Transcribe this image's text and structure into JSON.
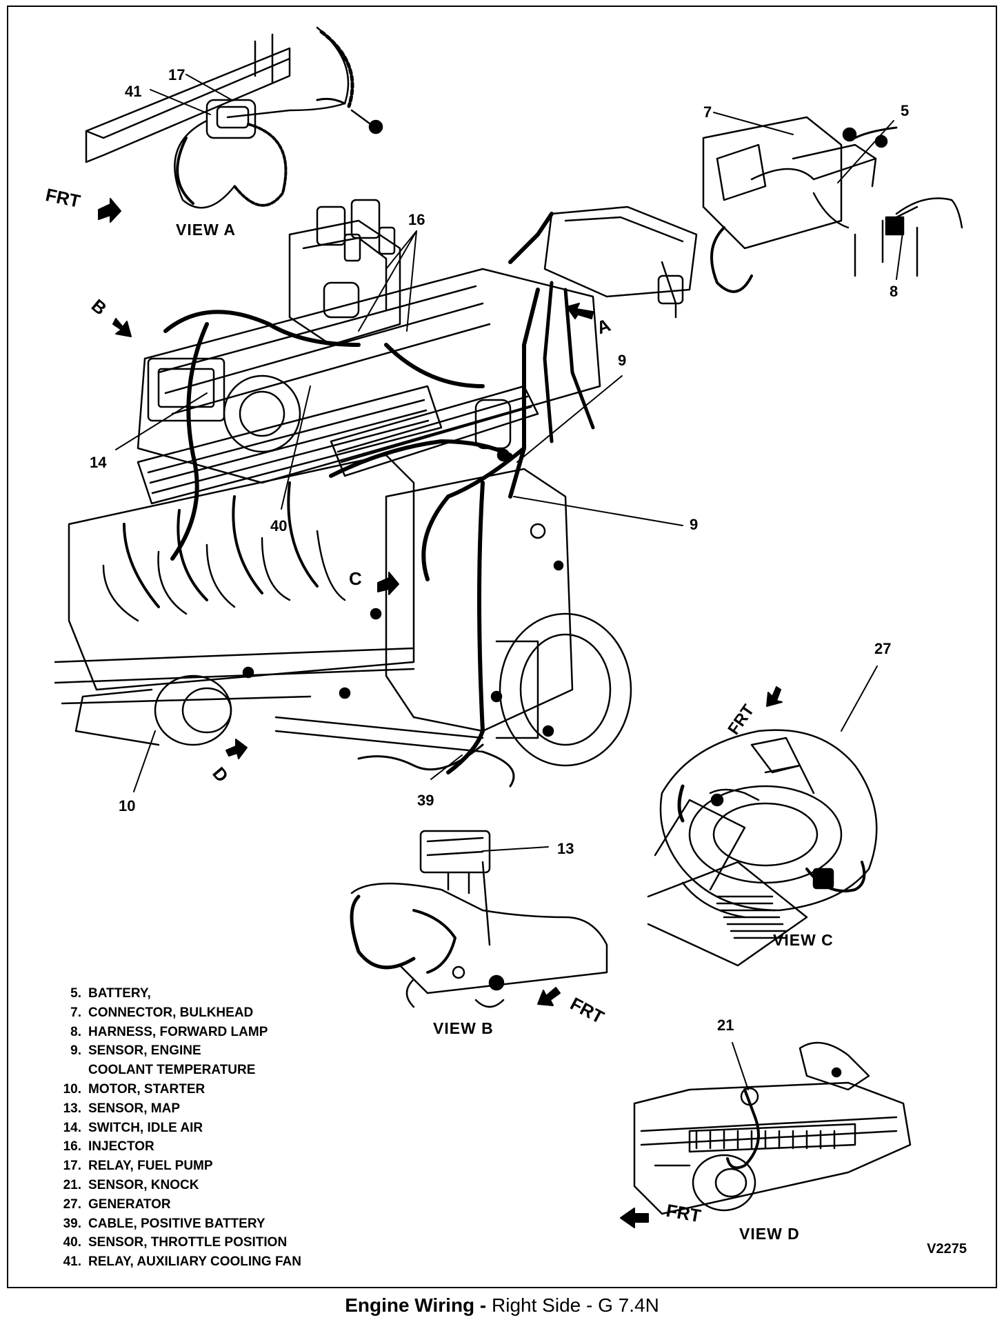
{
  "callouts": {
    "c17": "17",
    "c41": "41",
    "c7": "7",
    "c5": "5",
    "c8": "8",
    "c16": "16",
    "c9a": "9",
    "c9b": "9",
    "c14": "14",
    "c40": "40",
    "c27": "27",
    "c10": "10",
    "c39": "39",
    "c13": "13",
    "c21": "21"
  },
  "views": {
    "a": "VIEW A",
    "b": "VIEW B",
    "c": "VIEW C",
    "d": "VIEW D"
  },
  "arrows": {
    "frt": "FRT",
    "b": "B",
    "a": "A",
    "c": "C",
    "d": "D"
  },
  "legend": [
    {
      "num": "5.",
      "text": "BATTERY,"
    },
    {
      "num": "7.",
      "text": "CONNECTOR, BULKHEAD"
    },
    {
      "num": "8.",
      "text": "HARNESS, FORWARD LAMP"
    },
    {
      "num": "9.",
      "text": "SENSOR, ENGINE"
    },
    {
      "num": "",
      "text": "COOLANT TEMPERATURE"
    },
    {
      "num": "10.",
      "text": "MOTOR, STARTER"
    },
    {
      "num": "13.",
      "text": "SENSOR, MAP"
    },
    {
      "num": "14.",
      "text": "SWITCH, IDLE AIR"
    },
    {
      "num": "16.",
      "text": "INJECTOR"
    },
    {
      "num": "17.",
      "text": "RELAY, FUEL PUMP"
    },
    {
      "num": "21.",
      "text": "SENSOR, KNOCK"
    },
    {
      "num": "27.",
      "text": "GENERATOR"
    },
    {
      "num": "39.",
      "text": "CABLE, POSITIVE BATTERY"
    },
    {
      "num": "40.",
      "text": "SENSOR, THROTTLE POSITION"
    },
    {
      "num": "41.",
      "text": "RELAY, AUXILIARY COOLING FAN"
    }
  ],
  "figure_code": "V2275",
  "caption": {
    "bold": "Engine Wiring - ",
    "rest": "Right Side - G 7.4N"
  }
}
